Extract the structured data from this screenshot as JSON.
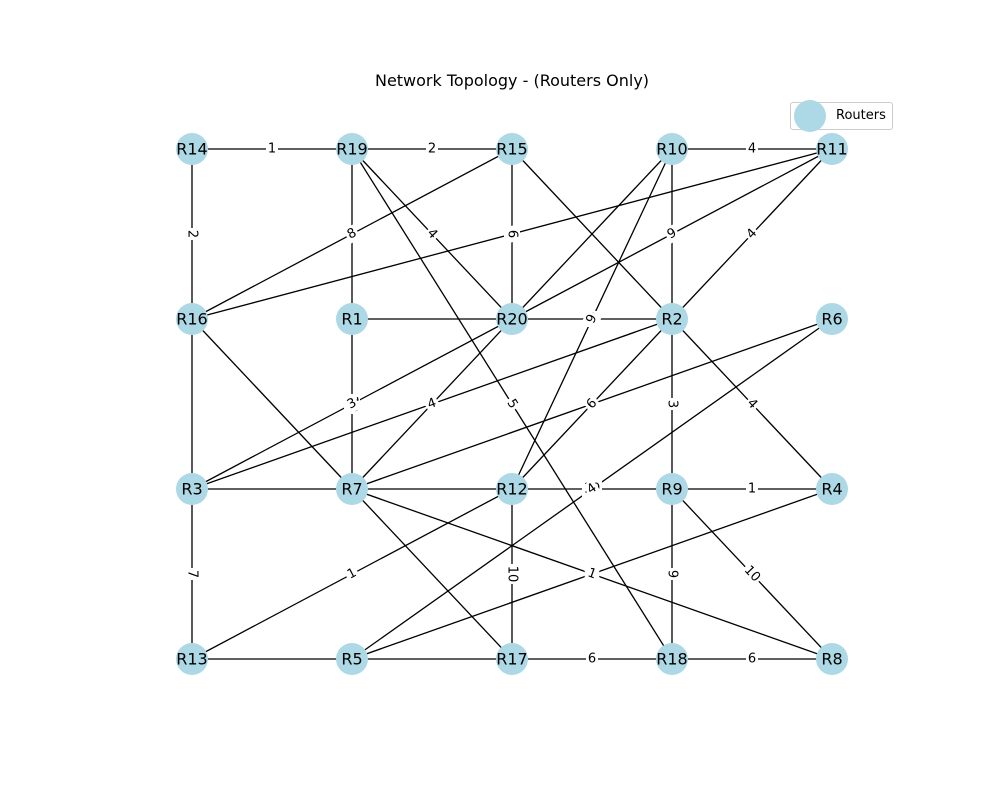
{
  "title": "Network Topology - (Routers Only)",
  "legend": {
    "label": "Routers",
    "node_color": "#add8e6"
  },
  "node_style": {
    "fill": "#add8e6",
    "label_color": "#000000",
    "edge_color": "#000000"
  },
  "nodes": [
    {
      "id": "R14",
      "col": 0,
      "row": 0
    },
    {
      "id": "R19",
      "col": 1,
      "row": 0
    },
    {
      "id": "R15",
      "col": 2,
      "row": 0
    },
    {
      "id": "R10",
      "col": 3,
      "row": 0
    },
    {
      "id": "R11",
      "col": 4,
      "row": 0
    },
    {
      "id": "R16",
      "col": 0,
      "row": 1
    },
    {
      "id": "R1",
      "col": 1,
      "row": 1
    },
    {
      "id": "R20",
      "col": 2,
      "row": 1
    },
    {
      "id": "R2",
      "col": 3,
      "row": 1
    },
    {
      "id": "R6",
      "col": 4,
      "row": 1
    },
    {
      "id": "R3",
      "col": 0,
      "row": 2
    },
    {
      "id": "R7",
      "col": 1,
      "row": 2
    },
    {
      "id": "R12",
      "col": 2,
      "row": 2
    },
    {
      "id": "R9",
      "col": 3,
      "row": 2
    },
    {
      "id": "R4",
      "col": 4,
      "row": 2
    },
    {
      "id": "R13",
      "col": 0,
      "row": 3
    },
    {
      "id": "R5",
      "col": 1,
      "row": 3
    },
    {
      "id": "R17",
      "col": 2,
      "row": 3
    },
    {
      "id": "R18",
      "col": 3,
      "row": 3
    },
    {
      "id": "R8",
      "col": 4,
      "row": 3
    }
  ],
  "edges": [
    {
      "source": "R14",
      "target": "R19",
      "weight": "1"
    },
    {
      "source": "R19",
      "target": "R15",
      "weight": "2"
    },
    {
      "source": "R10",
      "target": "R11",
      "weight": "4"
    },
    {
      "source": "R14",
      "target": "R16",
      "weight": "2"
    },
    {
      "source": "R15",
      "target": "R16",
      "weight": "8"
    },
    {
      "source": "R11",
      "target": "R16",
      "weight": "8"
    },
    {
      "source": "R19",
      "target": "R20",
      "weight": "4"
    },
    {
      "source": "R15",
      "target": "R20",
      "weight": "6"
    },
    {
      "source": "R11",
      "target": "R20",
      "weight": "9"
    },
    {
      "source": "R11",
      "target": "R2",
      "weight": "4"
    },
    {
      "source": "R20",
      "target": "R2",
      "weight": "3"
    },
    {
      "source": "R1",
      "target": "R7",
      "weight": "10"
    },
    {
      "source": "R20",
      "target": "R7",
      "weight": "4"
    },
    {
      "source": "R20",
      "target": "R3",
      "weight": "3"
    },
    {
      "source": "R2",
      "target": "R3",
      "weight": "4"
    },
    {
      "source": "R6",
      "target": "R7",
      "weight": "9"
    },
    {
      "source": "R10",
      "target": "R12",
      "weight": "9"
    },
    {
      "source": "R2",
      "target": "R12",
      "weight": "6"
    },
    {
      "source": "R2",
      "target": "R9",
      "weight": "3"
    },
    {
      "source": "R2",
      "target": "R4",
      "weight": "4"
    },
    {
      "source": "R9",
      "target": "R4",
      "weight": "1"
    },
    {
      "source": "R12",
      "target": "R9",
      "weight": "10"
    },
    {
      "source": "R3",
      "target": "R13",
      "weight": "7"
    },
    {
      "source": "R12",
      "target": "R13",
      "weight": "1"
    },
    {
      "source": "R6",
      "target": "R5",
      "weight": "4"
    },
    {
      "source": "R4",
      "target": "R5",
      "weight": "5"
    },
    {
      "source": "R19",
      "target": "R18",
      "weight": "5"
    },
    {
      "source": "R7",
      "target": "R8",
      "weight": "1"
    },
    {
      "source": "R9",
      "target": "R8",
      "weight": "10"
    },
    {
      "source": "R12",
      "target": "R17",
      "weight": "10"
    },
    {
      "source": "R9",
      "target": "R18",
      "weight": "9"
    },
    {
      "source": "R17",
      "target": "R18",
      "weight": "6"
    },
    {
      "source": "R18",
      "target": "R8",
      "weight": "6"
    },
    {
      "source": "R19",
      "target": "R1",
      "weight": ""
    },
    {
      "source": "R15",
      "target": "R2",
      "weight": ""
    },
    {
      "source": "R10",
      "target": "R20",
      "weight": ""
    },
    {
      "source": "R10",
      "target": "R2",
      "weight": ""
    },
    {
      "source": "R1",
      "target": "R20",
      "weight": ""
    },
    {
      "source": "R16",
      "target": "R3",
      "weight": ""
    },
    {
      "source": "R16",
      "target": "R7",
      "weight": ""
    },
    {
      "source": "R3",
      "target": "R7",
      "weight": ""
    },
    {
      "source": "R7",
      "target": "R12",
      "weight": ""
    },
    {
      "source": "R7",
      "target": "R17",
      "weight": ""
    },
    {
      "source": "R13",
      "target": "R5",
      "weight": ""
    },
    {
      "source": "R5",
      "target": "R17",
      "weight": ""
    }
  ]
}
